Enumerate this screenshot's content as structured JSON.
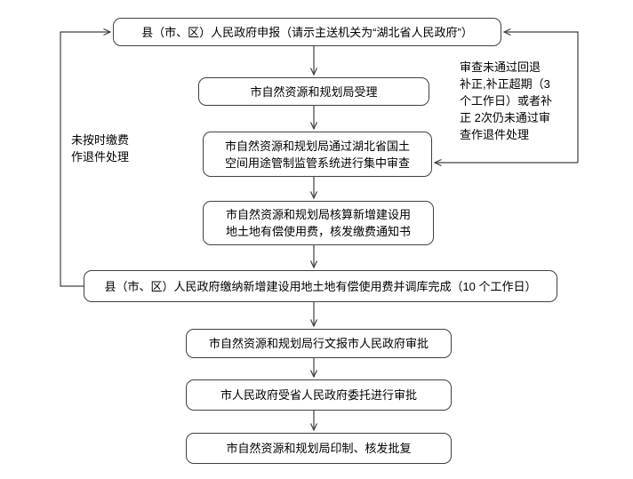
{
  "diagram": {
    "type": "flowchart",
    "steps": [
      {
        "id": "step-1",
        "label": "县（市、区）人民政府申报（请示主送机关为“湖北省人民政府”）"
      },
      {
        "id": "step-2",
        "label": "市自然资源和规划局受理"
      },
      {
        "id": "step-3",
        "label": "市自然资源和规划局通过湖北省国土\n空间用途管制监管系统进行集中审查"
      },
      {
        "id": "step-4",
        "label": "市自然资源和规划局核算新增建设用\n地土地有偿使用费，核发缴费通知书"
      },
      {
        "id": "step-5",
        "label": "县（市、区）人民政府缴纳新增建设用地土地有偿使用费并调库完成（10 个工作日）"
      },
      {
        "id": "step-6",
        "label": "市自然资源和规划局行文报市人民政府审批"
      },
      {
        "id": "step-7",
        "label": "市人民政府受省人民政府委托进行审批"
      },
      {
        "id": "step-8",
        "label": "市自然资源和规划局印制、核发批复"
      }
    ],
    "side_notes": [
      {
        "side": "left",
        "label": "未按时缴费\n作退件处理"
      },
      {
        "side": "right",
        "label": "审查未通过回退\n补正,补正超期（3\n个工作日）或者补\n正 2次仍未通过审\n查作退件处理"
      }
    ],
    "edges": [
      {
        "from": "step-1",
        "to": "step-2"
      },
      {
        "from": "step-2",
        "to": "step-3"
      },
      {
        "from": "step-3",
        "to": "step-4"
      },
      {
        "from": "step-4",
        "to": "step-5"
      },
      {
        "from": "step-5",
        "to": "step-6"
      },
      {
        "from": "step-6",
        "to": "step-7"
      },
      {
        "from": "step-7",
        "to": "step-8"
      },
      {
        "from": "step-5",
        "to": "step-1",
        "note": "left loop: 未按时缴费作退件处理"
      },
      {
        "from": "right-rail",
        "to": "step-1",
        "note": "right loop: 审查未通过作退件处理"
      },
      {
        "from": "right-rail",
        "to": "step-3",
        "note": "right loop: 回退补正再审查"
      }
    ],
    "colors": {
      "background": "#ffffff",
      "border": "#404040",
      "line": "#404040",
      "text": "#000000"
    }
  }
}
